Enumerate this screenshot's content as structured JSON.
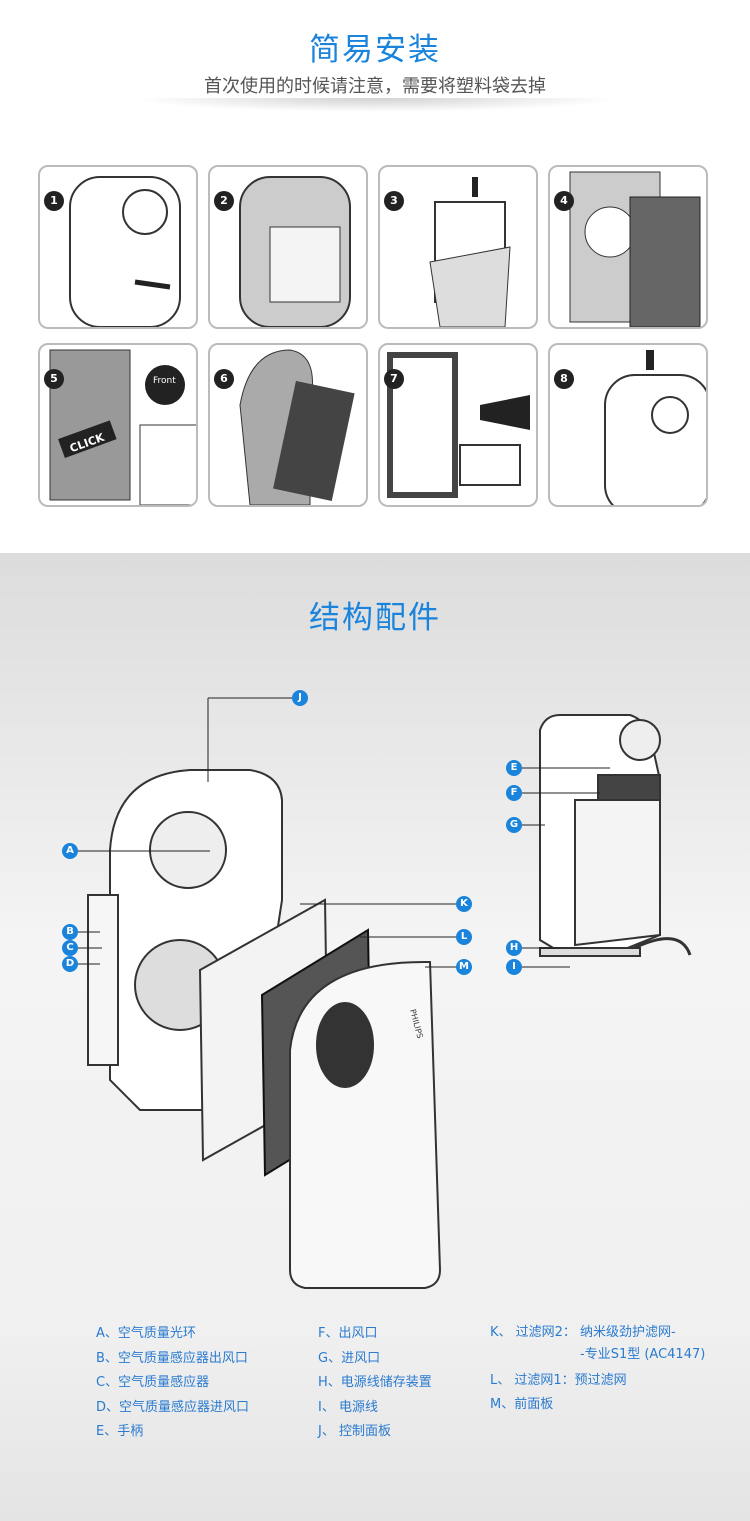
{
  "install": {
    "title": "简易安装",
    "subtitle": "首次使用的时候请注意，需要将塑料袋去掉",
    "steps": [
      "1",
      "2",
      "3",
      "4",
      "5",
      "6",
      "7",
      "8"
    ],
    "click_label": "CLICK",
    "front_label": "Front"
  },
  "parts": {
    "title": "结构配件",
    "brand": "PHILIPS",
    "callouts": [
      "A",
      "B",
      "C",
      "D",
      "E",
      "F",
      "G",
      "H",
      "I",
      "J",
      "K",
      "L",
      "M"
    ],
    "legend_col1": [
      "A、空气质量光环",
      "B、空气质量感应器出风口",
      "C、空气质量感应器",
      "D、空气质量感应器进风口",
      "E、手柄"
    ],
    "legend_col2": [
      "F、出风口",
      "G、进风口",
      "H、电源线储存装置",
      "I、  电源线",
      "J、 控制面板"
    ],
    "legend_col3": [
      "K、 过滤网2： 纳米级劲护滤网-",
      "-专业S1型 (AC4147)",
      "L、 过滤网1：预过滤网",
      "M、前面板"
    ]
  },
  "colors": {
    "accent": "#1a84dc",
    "legend": "#2a7bd0"
  }
}
